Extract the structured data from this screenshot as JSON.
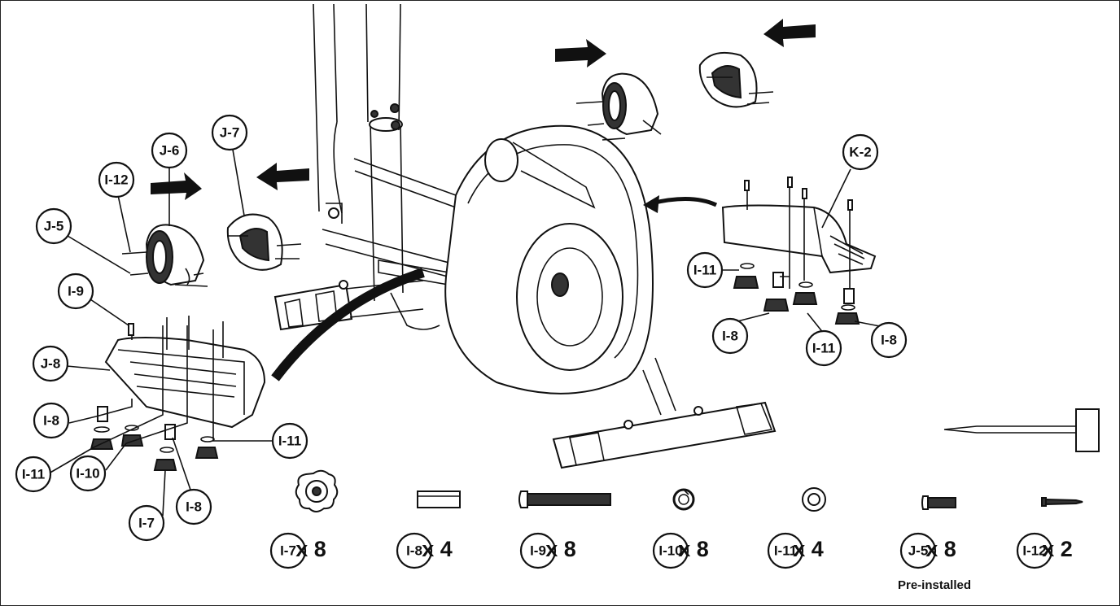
{
  "callouts": {
    "j6": "J-6",
    "j7": "J-7",
    "i12": "I-12",
    "j5": "J-5",
    "i9": "I-9",
    "j8": "J-8",
    "i8_left_a": "I-8",
    "i11_left_a": "I-11",
    "i10_left": "I-10",
    "i7_left": "I-7",
    "i8_left_b": "I-8",
    "i11_left_b": "I-11",
    "k2": "K-2",
    "i11_right_a": "I-11",
    "i8_right_a": "I-8",
    "i11_right_b": "I-11",
    "i8_right_b": "I-8"
  },
  "hardware": [
    {
      "id": "I-7",
      "qty": "x 8",
      "icon": "knob-icon"
    },
    {
      "id": "I-8",
      "qty": "x 4",
      "icon": "sleeve-icon"
    },
    {
      "id": "I-9",
      "qty": "x 8",
      "icon": "bolt-icon"
    },
    {
      "id": "I-10",
      "qty": "x 8",
      "icon": "spring-washer-icon"
    },
    {
      "id": "I-11",
      "qty": "x 4",
      "icon": "flat-washer-icon"
    },
    {
      "id": "J-5",
      "qty": "x 8",
      "icon": "screw-icon"
    },
    {
      "id": "I-12",
      "qty": "x 2",
      "icon": "self-tapping-screw-icon"
    }
  ],
  "notes": {
    "pre_installed": "Pre-installed"
  },
  "tools": {
    "screwdriver": "screwdriver-icon"
  },
  "colors": {
    "line": "#111111",
    "fill": "#ffffff",
    "dark": "#333333"
  }
}
